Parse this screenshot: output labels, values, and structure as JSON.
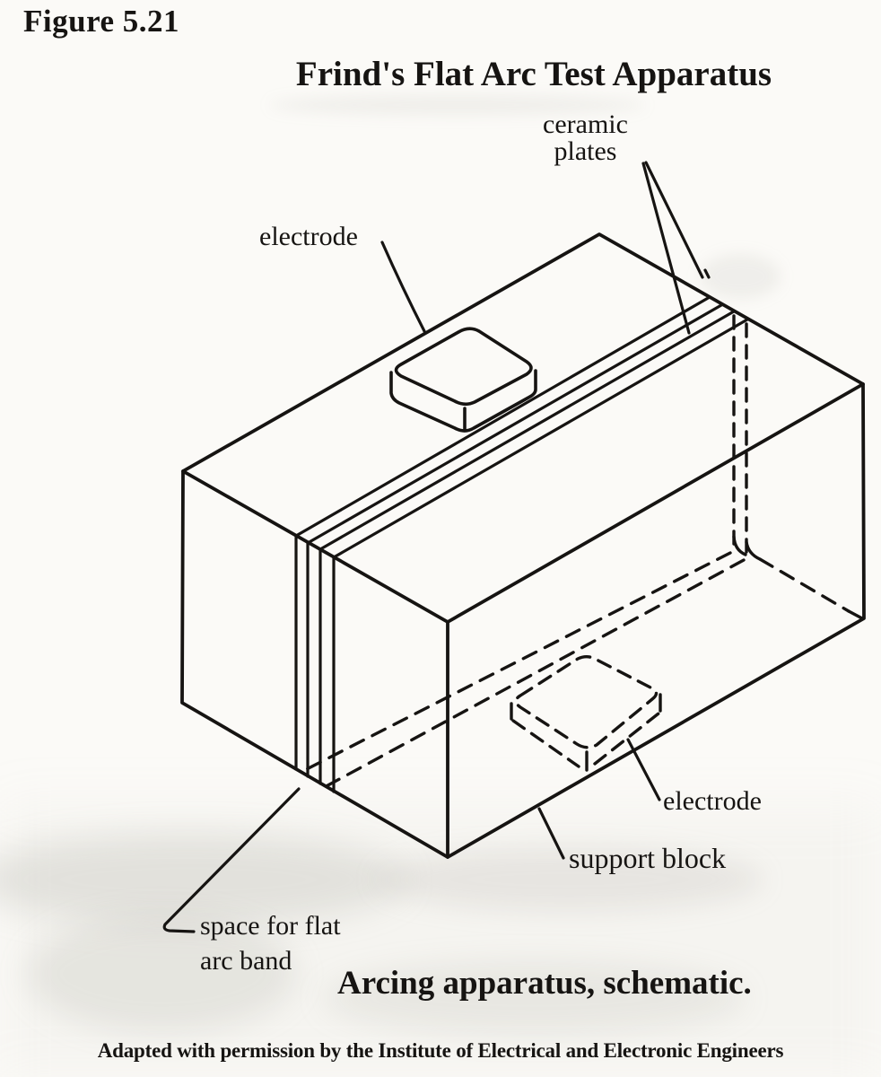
{
  "colors": {
    "ink": "#161412",
    "paper": "#fbfaf7"
  },
  "figure": {
    "number": "Figure 5.21",
    "title": "Frind's Flat Arc Test Apparatus",
    "caption": "Arcing apparatus, schematic.",
    "attribution": "Adapted with permission by the Institute of Electrical and Electronic Engineers"
  },
  "labels": {
    "ceramic_plates_line1": "ceramic",
    "ceramic_plates_line2": "plates",
    "electrode_top": "electrode",
    "electrode_bottom": "electrode",
    "support_block": "support block",
    "arc_space_line1": "space for flat",
    "arc_space_line2": "arc band"
  }
}
